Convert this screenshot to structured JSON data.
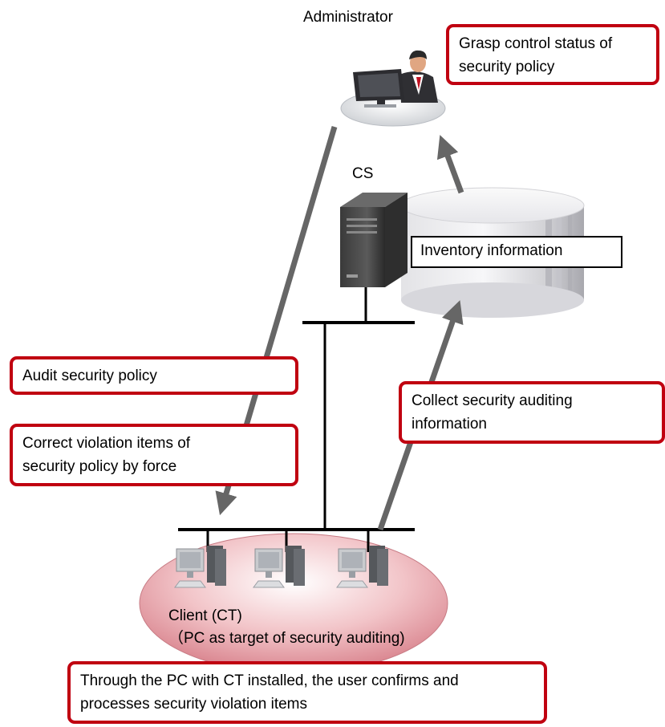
{
  "administrator": {
    "label": "Administrator",
    "callout": "Grasp control status of\nsecurity policy"
  },
  "server": {
    "label": "CS",
    "inventory_label": "Inventory information"
  },
  "callouts": {
    "audit": "Audit security policy",
    "correct": "Correct violation items of\nsecurity policy by force",
    "collect": "Collect security auditing\ninformation",
    "user": "Through the PC with CT installed, the user confirms and\nprocesses security violation items"
  },
  "client": {
    "label": "Client (CT)\n（PC as target of security auditing)"
  },
  "colors": {
    "callout_border": "#c00010",
    "arrow": "#666666",
    "line": "#000000",
    "client_ellipse": "#e7a3aa"
  },
  "icons": [
    "administrator-icon",
    "server-icon",
    "database-icon",
    "client-pc-icon"
  ]
}
